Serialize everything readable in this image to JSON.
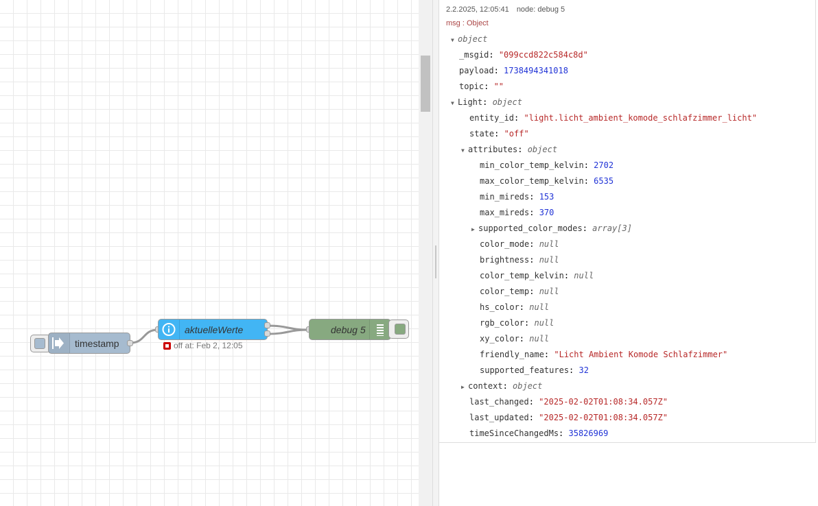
{
  "flow": {
    "nodes": {
      "inject": {
        "label": "timestamp",
        "color": "#a6bbcf"
      },
      "api": {
        "label": "aktuelleWerte",
        "color": "#42b5f4",
        "status": "off at: Feb 2, 12:05",
        "status_color": "#cc0000"
      },
      "debug": {
        "label": "debug 5",
        "color": "#87a980"
      }
    }
  },
  "debug": {
    "timestamp": "2.2.2025, 12:05:41",
    "node": "node: debug 5",
    "msg_type": "msg : Object",
    "root_type": "object",
    "msgid_key": "_msgid",
    "msgid": "\"099ccd822c584c8d\"",
    "payload_key": "payload",
    "payload": "1738494341018",
    "topic_key": "topic",
    "topic": "\"\"",
    "light_key": "Light",
    "light_type": "object",
    "entity_id_key": "entity_id",
    "entity_id": "\"light.licht_ambient_komode_schlafzimmer_licht\"",
    "state_key": "state",
    "state": "\"off\"",
    "attributes_key": "attributes",
    "attributes_type": "object",
    "attrs": [
      {
        "k": "min_color_temp_kelvin",
        "v": "2702",
        "t": "n"
      },
      {
        "k": "max_color_temp_kelvin",
        "v": "6535",
        "t": "n"
      },
      {
        "k": "min_mireds",
        "v": "153",
        "t": "n"
      },
      {
        "k": "max_mireds",
        "v": "370",
        "t": "n"
      },
      {
        "k": "supported_color_modes",
        "v": "array[3]",
        "t": "t",
        "collapsed": true
      },
      {
        "k": "color_mode",
        "v": "null",
        "t": "t"
      },
      {
        "k": "brightness",
        "v": "null",
        "t": "t"
      },
      {
        "k": "color_temp_kelvin",
        "v": "null",
        "t": "t"
      },
      {
        "k": "color_temp",
        "v": "null",
        "t": "t"
      },
      {
        "k": "hs_color",
        "v": "null",
        "t": "t"
      },
      {
        "k": "rgb_color",
        "v": "null",
        "t": "t"
      },
      {
        "k": "xy_color",
        "v": "null",
        "t": "t"
      },
      {
        "k": "friendly_name",
        "v": "\"Licht Ambient Komode Schlafzimmer\"",
        "t": "s"
      },
      {
        "k": "supported_features",
        "v": "32",
        "t": "n"
      }
    ],
    "context_key": "context",
    "context_type": "object",
    "last_changed_key": "last_changed",
    "last_changed": "\"2025-02-02T01:08:34.057Z\"",
    "last_updated_key": "last_updated",
    "last_updated": "\"2025-02-02T01:08:34.057Z\"",
    "tsc_key": "timeSinceChangedMs",
    "tsc": "35826969"
  }
}
